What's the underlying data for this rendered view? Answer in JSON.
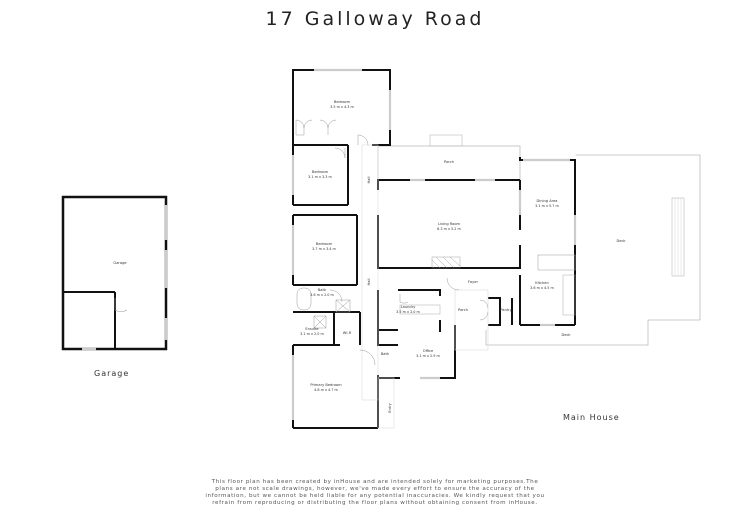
{
  "header": {
    "title": "17 Galloway Road"
  },
  "sections": {
    "garage_label": "Garage",
    "main_house_label": "Main House"
  },
  "rooms": {
    "bedroom1": {
      "name": "Bedroom",
      "dims": "3.5 m x 4.3 m"
    },
    "bedroom2": {
      "name": "Bedroom",
      "dims": "3.1 m x 3.3 m"
    },
    "bedroom3": {
      "name": "Bedroom",
      "dims": "3.7 m x 3.4 m"
    },
    "bath": {
      "name": "Bath",
      "dims": "3.6 m x 2.0 m"
    },
    "ensuite": {
      "name": "Ensuite",
      "dims": "3.1 m x 2.0 m"
    },
    "wir": {
      "name": "WI-R",
      "dims": ""
    },
    "primary_bedroom": {
      "name": "Primary Bedroom",
      "dims": "4.8 m x 4.7 m"
    },
    "bath2": {
      "name": "Bath",
      "dims": ""
    },
    "entry": {
      "name": "Entry",
      "dims": ""
    },
    "hall1": {
      "name": "Hall",
      "dims": ""
    },
    "hall2": {
      "name": "Hall",
      "dims": ""
    },
    "porch_top": {
      "name": "Porch",
      "dims": ""
    },
    "living_room": {
      "name": "Living Room",
      "dims": "6.3 m x 5.2 m"
    },
    "laundry": {
      "name": "Laundry",
      "dims": "3.5 m x 2.0 m"
    },
    "foyer": {
      "name": "Foyer",
      "dims": ""
    },
    "porch_mid": {
      "name": "Porch",
      "dims": ""
    },
    "pantry": {
      "name": "Pantry",
      "dims": ""
    },
    "office": {
      "name": "Office",
      "dims": "3.1 m x 2.9 m"
    },
    "dining_area": {
      "name": "Dining Area",
      "dims": "3.1 m x 5.7 m"
    },
    "kitchen": {
      "name": "Kitchen",
      "dims": "3.6 m x 4.5 m"
    },
    "deck": {
      "name": "Deck",
      "dims": ""
    },
    "deck_lower": {
      "name": "Deck",
      "dims": ""
    },
    "garage": {
      "name": "Garage",
      "dims": ""
    }
  },
  "footer": {
    "disclaimer": "This floor plan has been created by inHouse and are intended solely for marketing purposes.The plans are not scale drawings, however, we've made every effort to ensure the accuracy of the information, but we cannot be held liable for any potential inaccuracies. We kindly request that you refrain from reproducing or distributing the floor plans without obtaining consent from inHouse."
  }
}
